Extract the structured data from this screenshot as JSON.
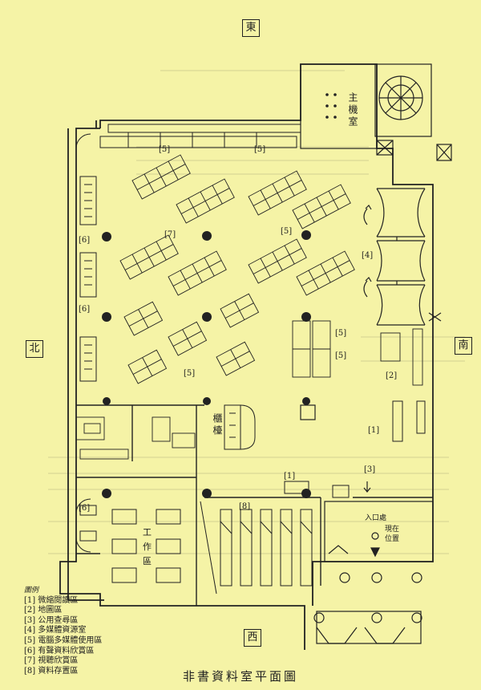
{
  "directions": {
    "east": "東",
    "south": "南",
    "west": "西",
    "north": "北"
  },
  "rooms": {
    "server_room": "主機室",
    "counter": "櫃檯",
    "work_area_1": "工",
    "work_area_2": "作",
    "work_area_3": "區",
    "entrance": "入口處",
    "current_location_1": "現在",
    "current_location_2": "位置"
  },
  "zone_labels": {
    "z5a": "5",
    "z5b": "5",
    "z6a": "6",
    "z7": "7",
    "z5c": "5",
    "z4": "4",
    "z6b": "6",
    "z5d": "5",
    "z5e": "5",
    "z5f": "5",
    "z2": "2",
    "z1a": "1",
    "z1b": "1",
    "z8": "8",
    "z3": "3",
    "z6c": "6"
  },
  "legend": {
    "title": "圖例",
    "items": [
      "[1] 微縮閱讀區",
      "[2] 地圖區",
      "[3] 公用查尋區",
      "[4] 多媒體資源室",
      "[5] 電腦多媒體使用區",
      "[6] 有聲資料欣賞區",
      "[7] 視聽欣賞區",
      "[8] 資料存置區"
    ]
  },
  "caption": "非書資料室平面圖",
  "colors": {
    "paper": "#f5f3a6",
    "ink": "#222222",
    "faded_text": "#b9b77a"
  }
}
